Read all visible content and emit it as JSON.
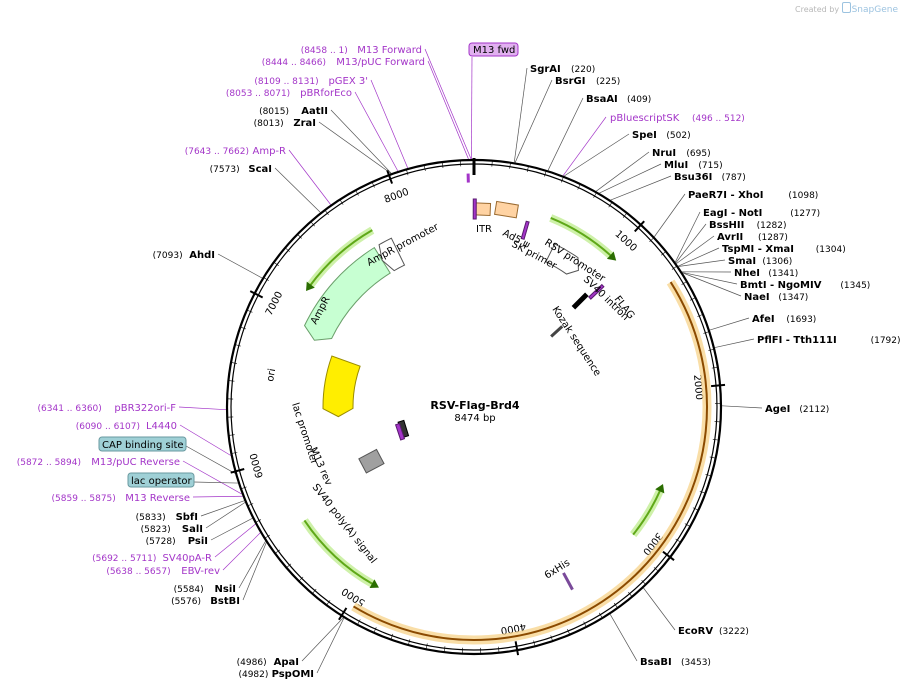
{
  "credit": {
    "prefix": "Created by",
    "brand": "SnapGene"
  },
  "plasmid": {
    "name": "RSV-Flag-Brd4",
    "length_label": "8474 bp",
    "length": 8474
  },
  "ticks": [
    {
      "pos": 1000,
      "label": "1000"
    },
    {
      "pos": 2000,
      "label": "2000"
    },
    {
      "pos": 3000,
      "label": "3000"
    },
    {
      "pos": 4000,
      "label": "4000"
    },
    {
      "pos": 5000,
      "label": "5000"
    },
    {
      "pos": 6000,
      "label": "6000"
    },
    {
      "pos": 7000,
      "label": "7000"
    },
    {
      "pos": 8000,
      "label": "8000"
    }
  ],
  "enzymes_right": [
    {
      "pos": 220,
      "name": "SgrAI",
      "loc": "(220)"
    },
    {
      "pos": 225,
      "name": "BsrGI",
      "loc": "(225)"
    },
    {
      "pos": 409,
      "name": "BsaAI",
      "loc": "(409)"
    },
    {
      "pos": 502,
      "name": "SpeI",
      "loc": "(502)"
    },
    {
      "pos": 695,
      "name": "NruI",
      "loc": "(695)"
    },
    {
      "pos": 715,
      "name": "MluI",
      "loc": "(715)"
    },
    {
      "pos": 787,
      "name": "Bsu36I",
      "loc": "(787)"
    },
    {
      "pos": 1098,
      "name": "PaeR7I  - XhoI",
      "loc": "(1098)"
    },
    {
      "pos": 1277,
      "name": "EagI  - NotI",
      "loc": "(1277)"
    },
    {
      "pos": 1282,
      "name": "BssHII",
      "loc": "(1282)"
    },
    {
      "pos": 1287,
      "name": "AvrII",
      "loc": "(1287)"
    },
    {
      "pos": 1304,
      "name": "TspMI  - XmaI",
      "loc": "(1304)"
    },
    {
      "pos": 1306,
      "name": "SmaI",
      "loc": "(1306)"
    },
    {
      "pos": 1341,
      "name": "NheI",
      "loc": "(1341)"
    },
    {
      "pos": 1345,
      "name": "BmtI  - NgoMIV",
      "loc": "(1345)"
    },
    {
      "pos": 1347,
      "name": "NaeI",
      "loc": "(1347)"
    },
    {
      "pos": 1693,
      "name": "AfeI",
      "loc": "(1693)"
    },
    {
      "pos": 1792,
      "name": "PflFI  - Tth111I",
      "loc": "(1792)"
    },
    {
      "pos": 2112,
      "name": "AgeI",
      "loc": "(2112)"
    },
    {
      "pos": 3222,
      "name": "EcoRV",
      "loc": "(3222)"
    },
    {
      "pos": 3453,
      "name": "BsaBI",
      "loc": "(3453)"
    }
  ],
  "enzymes_left": [
    {
      "pos": 8015,
      "name": "AatII",
      "loc": "(8015)"
    },
    {
      "pos": 8013,
      "name": "ZraI",
      "loc": "(8013)"
    },
    {
      "pos": 7573,
      "name": "ScaI",
      "loc": "(7573)"
    },
    {
      "pos": 7093,
      "name": "AhdI",
      "loc": "(7093)"
    },
    {
      "pos": 5833,
      "name": "SbfI",
      "loc": "(5833)"
    },
    {
      "pos": 5823,
      "name": "SalI",
      "loc": "(5823)"
    },
    {
      "pos": 5728,
      "name": "PsiI",
      "loc": "(5728)"
    },
    {
      "pos": 5584,
      "name": "NsiI",
      "loc": "(5584)"
    },
    {
      "pos": 5576,
      "name": "BstBI",
      "loc": "(5576)"
    },
    {
      "pos": 4986,
      "name": "ApaI",
      "loc": "(4986)"
    },
    {
      "pos": 4982,
      "name": "PspOMI",
      "loc": "(4982)"
    }
  ],
  "primers_left": [
    {
      "pos": 8458,
      "name": "M13 Forward",
      "loc": "(8458 .. 1)"
    },
    {
      "pos": 8444,
      "name": "M13/pUC Forward",
      "loc": "(8444 .. 8466)"
    },
    {
      "pos": 8109,
      "name": "pGEX 3'",
      "loc": "(8109 .. 8131)"
    },
    {
      "pos": 8053,
      "name": "pBRforEco",
      "loc": "(8053 .. 8071)"
    },
    {
      "pos": 7643,
      "name": "Amp-R",
      "loc": "(7643 .. 7662)"
    },
    {
      "pos": 6341,
      "name": "pBR322ori-F",
      "loc": "(6341 .. 6360)"
    },
    {
      "pos": 6090,
      "name": "L4440",
      "loc": "(6090 .. 6107)"
    },
    {
      "pos": 5872,
      "name": "M13/pUC Reverse",
      "loc": "(5872 .. 5894)"
    },
    {
      "pos": 5859,
      "name": "M13 Reverse",
      "loc": "(5859 .. 5875)"
    },
    {
      "pos": 5692,
      "name": "SV40pA-R",
      "loc": "(5692 .. 5711)"
    },
    {
      "pos": 5638,
      "name": "EBV-rev",
      "loc": "(5638 .. 5657)"
    }
  ],
  "primer_right": {
    "pos": 496,
    "name": "pBluescriptSK",
    "loc": "(496 .. 512)"
  },
  "boxed": {
    "m13fwd": "M13 fwd",
    "cap": "CAP binding site",
    "lac": "lac operator"
  },
  "feature_labels": {
    "itr": "ITR",
    "ad5": "Ad5 ψ",
    "skprimer": "SK primer",
    "rsv": "RSV promoter",
    "sv40intron": "SV40 intron",
    "flag": "FLAG",
    "kozak": "Kozak sequence",
    "ampr_promoter": "AmpR promoter",
    "ampr": "AmpR",
    "ori": "ori",
    "lac_promoter": "lac promoter",
    "m13rev": "M13 rev",
    "sv40polya": "SV40 poly(A) signal",
    "his": "6xHis"
  },
  "colors": {
    "backbone": "#000000",
    "cds": "#f0a830",
    "promoter": "#ffffff",
    "ampr": "#c7ffd2",
    "ori": "#ffee00",
    "primer": "#a335c8",
    "primer_green": "#5fa818",
    "misc": "#a0a0a0",
    "feature_tan": "#ffd3a3",
    "boxed": "#9fd0d6"
  }
}
